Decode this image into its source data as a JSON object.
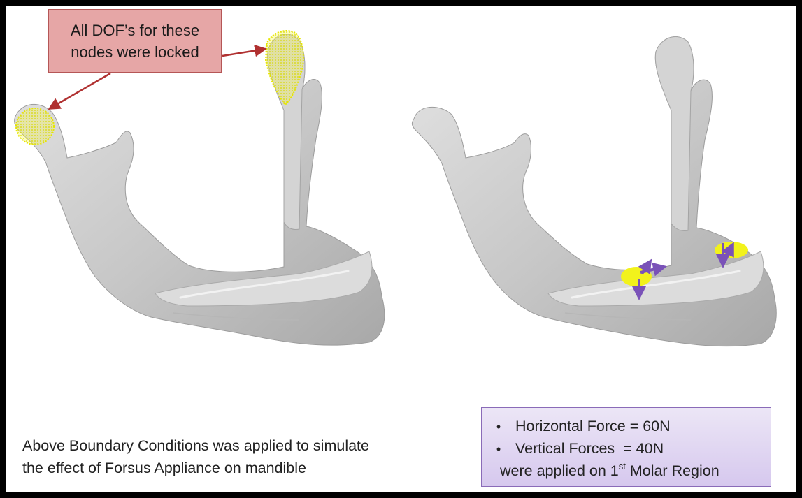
{
  "callout": {
    "line1": "All DOF’s for these",
    "line2": "nodes were locked"
  },
  "caption": {
    "line1": "Above Boundary Conditions was applied to simulate",
    "line2": "the effect of Forsus Appliance on mandible"
  },
  "force_box": {
    "bullet": "•",
    "item1": "Horizontal Force = 60N",
    "item2": "Vertical Forces  = 40N",
    "tail_prefix": "were applied on 1",
    "tail_sup": "st",
    "tail_suffix": " Molar Region"
  },
  "colors": {
    "bone": "#c9c9c9",
    "locked_nodes": "#f2f21c",
    "callout_fill": "#e6a6a6",
    "callout_border": "#b55656",
    "arrow_red": "#b03030",
    "force_arrow": "#7a52b8",
    "box_fill": "#e3daf3"
  }
}
